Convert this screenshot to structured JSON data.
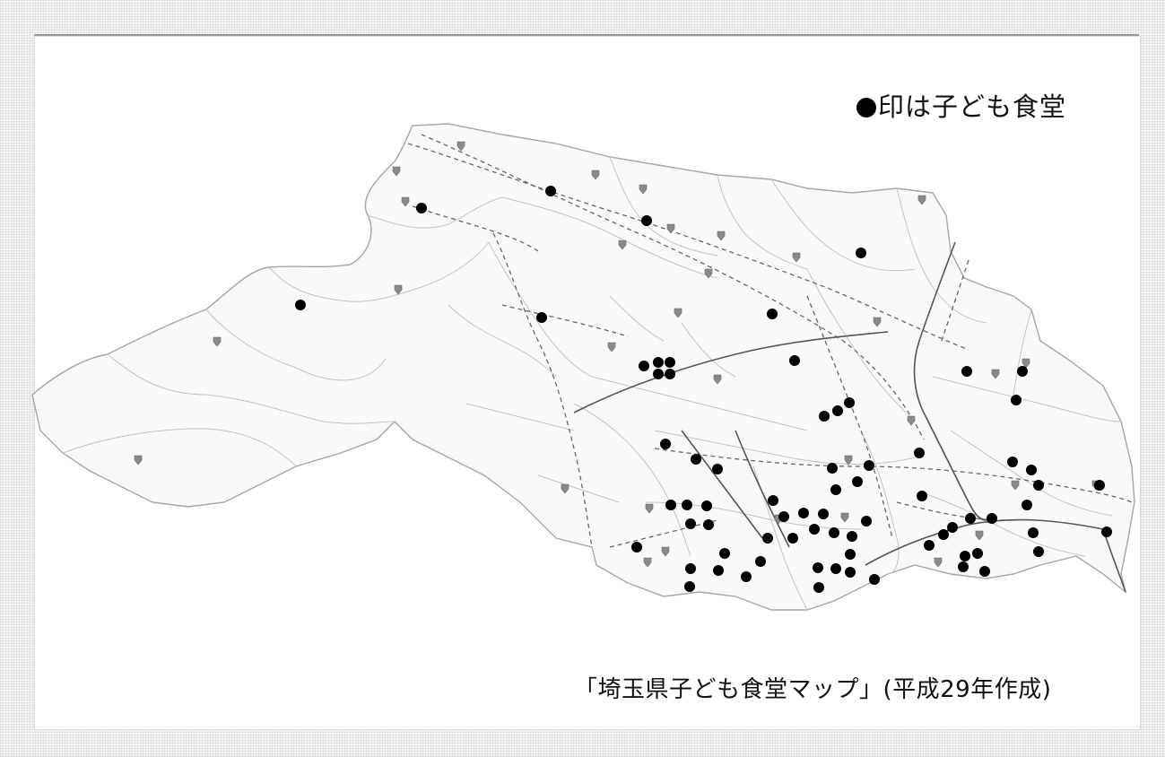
{
  "legend": {
    "marker": "●",
    "text": "印は子ども食堂"
  },
  "caption": "「埼玉県子ども食堂マップ」(平成29年作成)",
  "colors": {
    "marker": "#000000",
    "municipal_marker": "#8a8a8a",
    "boundary": "#b8b8b8",
    "railway": "#555555",
    "river": "#777777"
  },
  "icons": {
    "kodomo_shokudo": "black-circle-marker",
    "municipal_office": "gray-shield-marker"
  }
}
